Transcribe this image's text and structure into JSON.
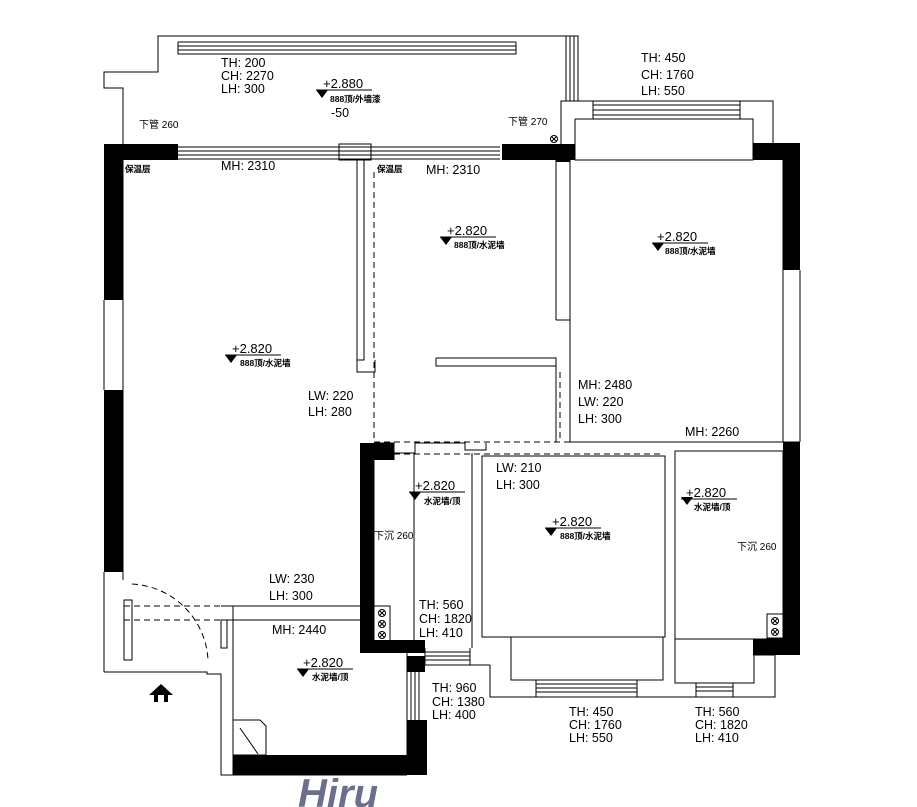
{
  "top_window_note": [
    "TH: 200",
    "CH: 2270",
    "LH: 300"
  ],
  "top_right_window_note": [
    "TH: 450",
    "CH: 1760",
    "LH: 550"
  ],
  "balcony_level": {
    "value": "+2.880",
    "desc": "888顶/外墙漆",
    "offset": "-50"
  },
  "pipe_left": "下管 260",
  "pipe_right": "下管 270",
  "insulation_left": "保温层",
  "insulation_right": "保温层",
  "mh_living": "MH: 2310",
  "mh_middle": "MH: 2310",
  "middle_room_level": {
    "value": "+2.820",
    "desc": "888顶/水泥墙"
  },
  "right_room_level": {
    "value": "+2.820",
    "desc": "888顶/水泥墙"
  },
  "living_level": {
    "value": "+2.820",
    "desc": "888顶/水泥墙"
  },
  "living_passage_note": [
    "LW: 220",
    "LH: 280"
  ],
  "right_passage_note": [
    "MH: 2480",
    "LW: 220",
    "LH: 300"
  ],
  "mh_right_lower": "MH: 2260",
  "kitchen_level": {
    "value": "+2.820",
    "desc": "水泥墙/顶"
  },
  "kitchen_drop": "下沉 260",
  "kitchen_window_note": [
    "TH: 560",
    "CH: 1820",
    "LH: 410"
  ],
  "bedroom_beam_note": [
    "LW: 210",
    "LH: 300"
  ],
  "bedroom_level": {
    "value": "+2.820",
    "desc": "888顶/水泥墙"
  },
  "bathroom_level": {
    "value": "+2.820",
    "desc": "水泥墙/顶"
  },
  "bathroom_drop": "下沉 260",
  "entry_beam_note": [
    "LW: 230",
    "LH: 300"
  ],
  "mh_entry": "MH: 2440",
  "entry_level": {
    "value": "+2.820",
    "desc": "水泥墙/顶"
  },
  "entry_window_note": [
    "TH: 960",
    "CH: 1380",
    "LH: 400"
  ],
  "bottom_mid_window_note": [
    "TH: 450",
    "CH: 1760",
    "LH: 550"
  ],
  "bottom_right_window_note": [
    "TH: 560",
    "CH: 1820",
    "LH: 410"
  ],
  "watermark": "Hiru",
  "colors": {
    "line": "#000000",
    "background": "#ffffff",
    "watermark": "#6a6f8e"
  },
  "icons": [
    "entrance-arrow-icon",
    "drain-icon",
    "level-marker-icon"
  ]
}
